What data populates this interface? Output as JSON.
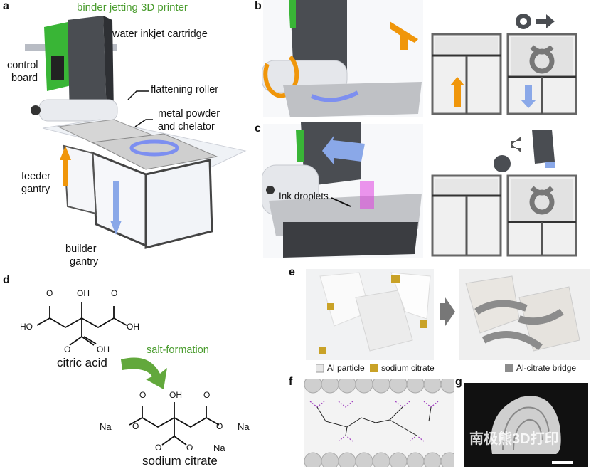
{
  "panels": {
    "a": "a",
    "b": "b",
    "c": "c",
    "d": "d",
    "e": "e",
    "f": "f",
    "g": "g"
  },
  "panel_a": {
    "title": "binder jetting 3D printer",
    "cartridge": "water inkjet cartridge",
    "control_board_1": "control",
    "control_board_2": "board",
    "roller": "flattening roller",
    "powder_1": "metal powder",
    "powder_2": "and chelator",
    "feeder_1": "feeder",
    "feeder_2": "gantry",
    "builder_1": "builder",
    "builder_2": "gantry"
  },
  "panel_c": {
    "ink": "Ink droplets"
  },
  "panel_d": {
    "citric": "citric acid",
    "arrow": "salt-formation",
    "sodium": "sodium citrate",
    "oh1": "OH",
    "ho1": "HO",
    "o1": "O",
    "o2": "O",
    "oh2": "OH",
    "o3": "O",
    "oh3": "OH",
    "oh4": "OH",
    "na1": "Na",
    "na2": "Na",
    "na3": "Na",
    "o4": "O",
    "o5": "O",
    "o6": "O",
    "o7": "O",
    "o8": "O",
    "o9": "O"
  },
  "panel_e": {
    "legend_al": "Al particle",
    "legend_sc": "sodium citrate",
    "legend_bridge": "Al-citrate bridge"
  },
  "panel_g": {
    "watermark": "南极熊3D打印"
  },
  "colors": {
    "label_green": "#4a9c2e",
    "printer_green": "#3dbb3d",
    "orange_arrow": "#f0960a",
    "blue_arrow": "#8aa8e8",
    "ink_magenta": "#e040e0",
    "gold_cube": "#c9a227",
    "bridge_gray": "#8c8c8c"
  }
}
